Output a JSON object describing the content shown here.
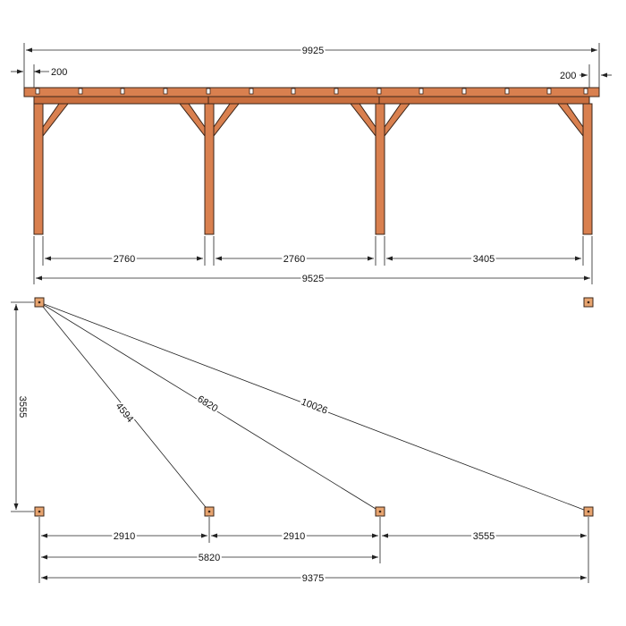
{
  "elevation": {
    "overall_length": "9925",
    "overhang_left": "200",
    "overhang_right": "200",
    "bay_1": "2760",
    "bay_2": "2760",
    "bay_3": "3405",
    "post_span": "9525"
  },
  "plan": {
    "width": "3555",
    "diagonal_1": "4594",
    "diagonal_2": "6820",
    "diagonal_3": "10026",
    "spacing_1": "2910",
    "spacing_2": "2910",
    "spacing_3": "3555",
    "cumulative_2": "5820",
    "cumulative_total": "9375"
  },
  "colors": {
    "wood": "#d9804f",
    "outline": "#3a2418"
  }
}
